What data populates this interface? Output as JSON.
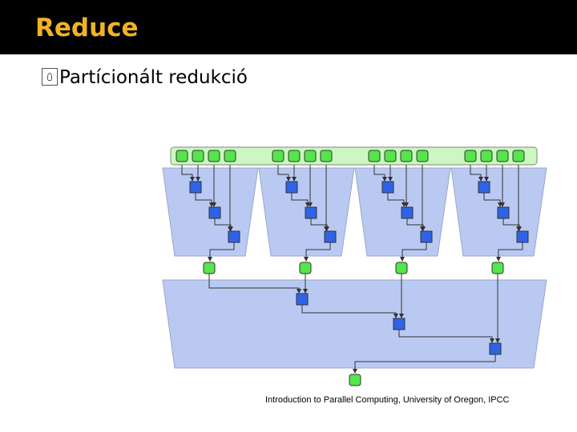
{
  "slide": {
    "title": "Reduce",
    "bullet": "Partícionált redukció",
    "credit": "Introduction to Parallel Computing, University of Oregon, IPCC"
  },
  "colors": {
    "title_bar": "#000000",
    "title_text": "#f0b323",
    "green_node": "#55e64a",
    "blue_node": "#2f63e6",
    "panel_fill": "#b9c9f2",
    "top_bar_fill": "#cdf7c2"
  },
  "diagram": {
    "input_groups": 4,
    "inputs_per_group": 4,
    "partial_results": 4,
    "final_result": 1
  }
}
